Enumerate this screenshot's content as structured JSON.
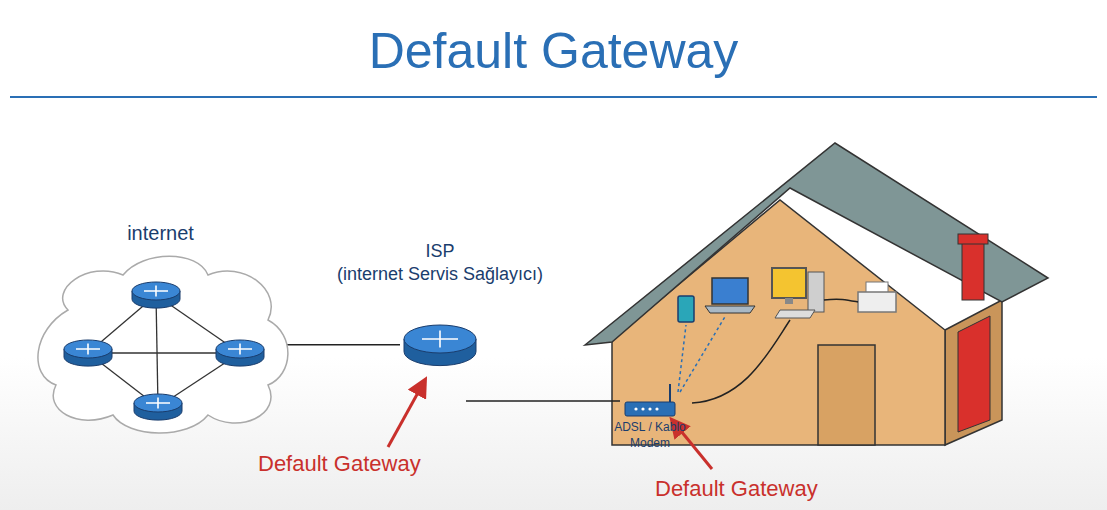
{
  "diagram": {
    "title": "Default Gateway",
    "nodes": [
      {
        "text": [
          "internet"
        ]
      },
      {
        "text": [
          "ISP",
          "(internet Servis Sağlayıcı)"
        ]
      },
      {
        "text": [
          "ADSL / Kablo Modem"
        ]
      }
    ],
    "edges": [
      {
        "from": 0,
        "to": 1,
        "arrow": "none"
      },
      {
        "from": 1,
        "to": 2,
        "arrow": "none"
      }
    ],
    "labels": [
      "Default Gateway",
      "Default Gateway"
    ]
  }
}
